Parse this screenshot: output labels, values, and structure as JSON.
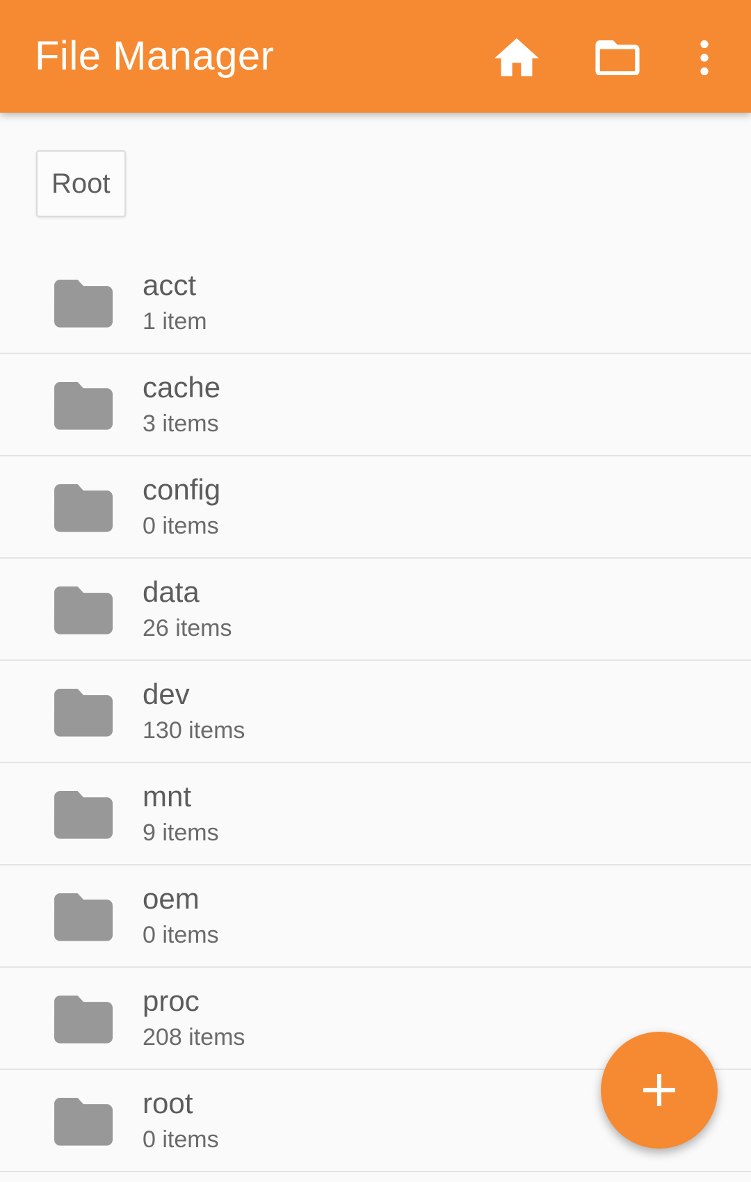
{
  "appbar": {
    "title": "File Manager",
    "color": "#f68a32",
    "actions": [
      {
        "icon": "home-icon"
      },
      {
        "icon": "folder-outline-icon"
      },
      {
        "icon": "more-vert-icon"
      }
    ]
  },
  "breadcrumb": {
    "label": "Root"
  },
  "files": [
    {
      "name": "acct",
      "count": "1 item",
      "icon": "folder-icon"
    },
    {
      "name": "cache",
      "count": "3 items",
      "icon": "folder-icon"
    },
    {
      "name": "config",
      "count": "0 items",
      "icon": "folder-icon"
    },
    {
      "name": "data",
      "count": "26 items",
      "icon": "folder-icon"
    },
    {
      "name": "dev",
      "count": "130 items",
      "icon": "folder-icon"
    },
    {
      "name": "mnt",
      "count": "9 items",
      "icon": "folder-icon"
    },
    {
      "name": "oem",
      "count": "0 items",
      "icon": "folder-icon"
    },
    {
      "name": "proc",
      "count": "208 items",
      "icon": "folder-icon"
    },
    {
      "name": "root",
      "count": "0 items",
      "icon": "folder-icon"
    }
  ],
  "fab": {
    "icon": "plus-icon",
    "color": "#f68a32"
  }
}
